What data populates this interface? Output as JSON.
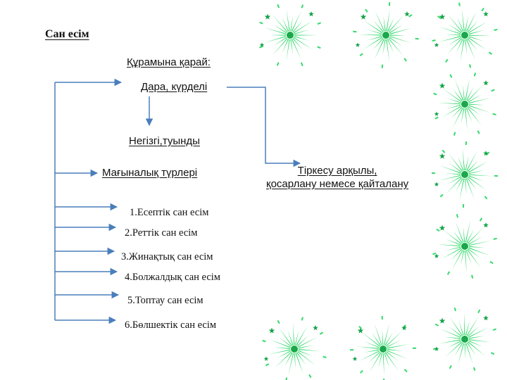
{
  "title": "Сан есім",
  "composition": {
    "heading": "Құрамына қарай:",
    "simple_compound": "Дара,  күрделі",
    "base_derived": "Негізгі,туынды"
  },
  "meaning": {
    "heading": "Мағыналық түрлері",
    "types": [
      "1.Есептік сан есім",
      "2.Реттік сан есім",
      "3.Жинақтық сан есім",
      "4.Болжалдық сан есім",
      "5.Топтау сан есім",
      "6.Бөлшектік сан есім"
    ]
  },
  "formation_note": {
    "line1": "Тіркесу арқылы,",
    "line2": "қосарлану немесе қайталану"
  },
  "colors": {
    "connector": "#4a7ebb",
    "burst_petal": "#33d96b",
    "burst_core": "#1aa84a",
    "burst_star": "#16a34a"
  },
  "decorations": {
    "icon": "green-starburst-icon"
  }
}
